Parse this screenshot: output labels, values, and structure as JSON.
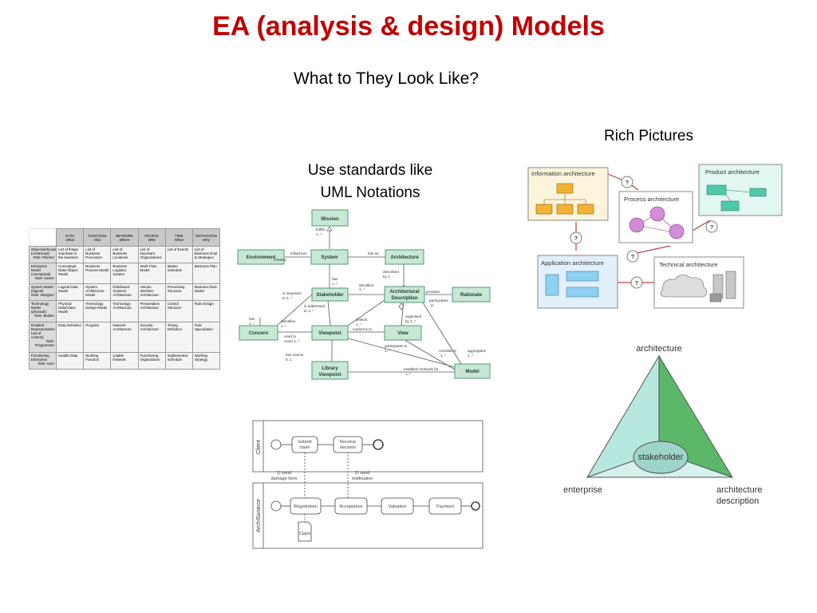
{
  "slide": {
    "title": "EA (analysis & design) Models",
    "subtitle": "What to They Look Like?",
    "rich_pictures_label": "Rich Pictures",
    "uml_label_line1": "Use standards like",
    "uml_label_line2": "UML Notations"
  },
  "zachman": {
    "columns": [
      {
        "name": "DATA",
        "sub": "What"
      },
      {
        "name": "FUNCTION",
        "sub": "How"
      },
      {
        "name": "NETWORK",
        "sub": "Where"
      },
      {
        "name": "PEOPLE",
        "sub": "Who"
      },
      {
        "name": "TIME",
        "sub": "When"
      },
      {
        "name": "MOTIVATION",
        "sub": "Why"
      }
    ],
    "rows": [
      {
        "head": "Objective/Scope (contextual)",
        "role": "Role: Planner",
        "cells": [
          "List of things important in the business",
          "List of Business Processes",
          "List of Business Locations",
          "List of important Organizations",
          "List of Events",
          "List of Business Goal & Strategies"
        ]
      },
      {
        "head": "Enterprise Model (conceptual)",
        "role": "Role: Owner",
        "cells": [
          "Conceptual Data/ Object Model",
          "Business Process Model",
          "Business Logistics System",
          "Work Flow Model",
          "Master Schedule",
          "Business Plan"
        ]
      },
      {
        "head": "System Model (logical)",
        "role": "Role: Designer",
        "cells": [
          "Logical Data Model",
          "System Architecture Model",
          "Distributed Systems Architecture",
          "Human Interface Architecture",
          "Processing Structure",
          "Business Rule Model"
        ]
      },
      {
        "head": "Technology Model (physical)",
        "role": "Role: Builder",
        "cells": [
          "Physical Data/Class Model",
          "Technology Design Model",
          "Technology Architecture",
          "Presentation Architecture",
          "Control Structure",
          "Rule Design"
        ]
      },
      {
        "head": "Detailed Representation (out of context)",
        "role": "Role: Programmer",
        "cells": [
          "Data Definition",
          "Program",
          "Network Architecture",
          "Security Architecture",
          "Timing Definition",
          "Rule Speculation"
        ]
      },
      {
        "head": "Functioning Enterprise",
        "role": "Role: User",
        "cells": [
          "Usable Data",
          "Working Function",
          "Usable Network",
          "Functioning Organization",
          "Implemented Schedule",
          "Working Strategy"
        ]
      }
    ]
  },
  "uml": {
    "boxes": {
      "mission": "Mission",
      "environment": "Environment",
      "system": "System",
      "architecture": "Architecture",
      "stakeholder": "Stakeholder",
      "arch_desc_1": "Architectural",
      "arch_desc_2": "Description",
      "rationale": "Rationale",
      "concern": "Concern",
      "viewpoint": "Viewpoint",
      "view": "View",
      "library_1": "Library",
      "library_2": "Viewpoint",
      "model": "Model"
    },
    "edge_labels": {
      "fulfills": "fulfills",
      "one_star": "1..*",
      "influences": "influences",
      "inhabits": "inhabits",
      "has_an": "has an",
      "has": "has",
      "has_one_star": "1..*",
      "identifies": "identifies",
      "described_by": "described",
      "by_1": "by 1",
      "provides": "provides",
      "is_important_to": "is important",
      "to_one_star": "to 1..*",
      "participates_in": "participates",
      "in": "in",
      "is_addressed": "is addressed",
      "selects": "selects",
      "organised_by": "organised",
      "by_one_star": "by 1..*",
      "conforms_to": "conforms to",
      "used_to": "used to",
      "cover": "cover 1..*",
      "has_source": "has source",
      "zero_one": "0..1",
      "participates_in_2": "participates in",
      "consists_of": "consists of",
      "aggregates": "aggregates",
      "establish_methods": "establish methods for",
      "one_star_b": "1..*"
    }
  },
  "bpmn": {
    "lane_client": "Client",
    "lane_archisurance": "ArchiSurance",
    "submit_1": "Submit",
    "submit_2": "claim",
    "receive_1": "Receive",
    "receive_2": "decision",
    "send_damage_1": "1) send",
    "send_damage_2": "damage form",
    "send_notif_1": "2) send",
    "send_notif_2": "notification",
    "registration": "Registration",
    "acceptance": "Acceptance",
    "valuation": "Valuation",
    "payment": "Payment",
    "claim": "Claim"
  },
  "rich": {
    "information_architecture": "Information architecture",
    "process_architecture": "Process architecture",
    "product_architecture": "Product architecture",
    "application_architecture": "Application architecture",
    "technical_architecture": "Technical architecture",
    "question": "?"
  },
  "triangle": {
    "architecture": "architecture",
    "stakeholder": "stakeholder",
    "enterprise": "enterprise",
    "architecture_description_1": "architecture",
    "architecture_description_2": "description"
  }
}
